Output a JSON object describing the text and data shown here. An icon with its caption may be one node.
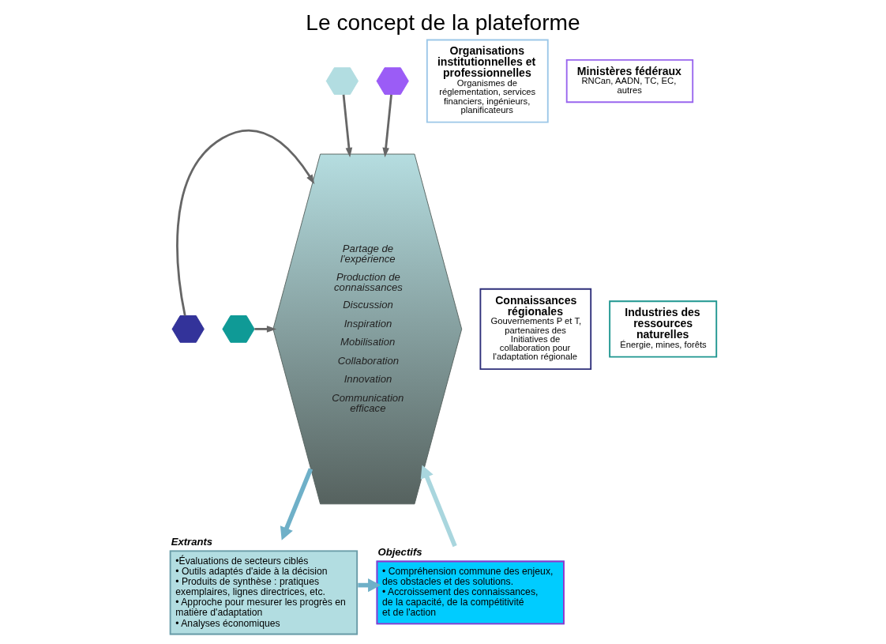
{
  "diagram": {
    "title": "Le concept de la plateforme",
    "nodes": [
      {
        "text": [
          "Partage de l'expérience",
          "Production de connaissances",
          "Discussion",
          "Inspiration",
          "Mobilisation",
          "Collaboration",
          "Innovation",
          "Communication efficace"
        ]
      },
      {
        "text": [
          "Organisations institutionnelles et professionnelles",
          "Organismes de réglementation, services financiers, ingénieurs, planificateurs"
        ]
      },
      {
        "text": [],
        "shape": "hexagon"
      },
      {
        "text": [
          "Ministères fédéraux",
          "RNCan, AADN, TC, EC, autres"
        ]
      },
      {
        "text": [],
        "shape": "hexagon"
      },
      {
        "text": [
          "Connaissances régionales",
          "Gouvernements P et T, partenaires des Initiatives de collaboration pour l'adaptation régionale"
        ]
      },
      {
        "text": [],
        "shape": "hexagon"
      },
      {
        "text": [
          "Industries des ressources naturelles",
          "Énergie, mines, forêts"
        ]
      },
      {
        "text": [],
        "shape": "hexagon"
      },
      {
        "text": [
          "Objectifs",
          "• Compréhension commune des enjeux, des obstacles et des solutions.",
          "• Accroissement des connaissances, de la capacité, de la compétitivité et de l'action"
        ]
      },
      {
        "text": [
          "Extrants",
          "•Évaluations de secteurs ciblés",
          "• Outils adaptés d'aide à la décision",
          "• Produits de synthèse : pratiques exemplaires, lignes directrices, etc.",
          "• Approche pour mesurer les progrès en matière d'adaptation",
          "• Analyses économiques"
        ]
      }
    ],
    "edges": [
      {
        "from": 2,
        "to": 0,
        "arrow": "to"
      },
      {
        "from": 4,
        "to": 0,
        "arrow": "to"
      },
      {
        "from": 6,
        "to": 0,
        "arrow": "to"
      },
      {
        "from": 8,
        "to": 0,
        "arrow": "to"
      },
      {
        "from": 0,
        "to": 10,
        "arrow": "to",
        "style": "thick",
        "color": "#6fb0c8"
      },
      {
        "from": 10,
        "to": 9,
        "arrow": "to",
        "style": "thick",
        "color": "#6fb0c8"
      },
      {
        "from": 9,
        "to": 0,
        "arrow": "to",
        "style": "thick",
        "color": "#a9d6de"
      }
    ]
  }
}
